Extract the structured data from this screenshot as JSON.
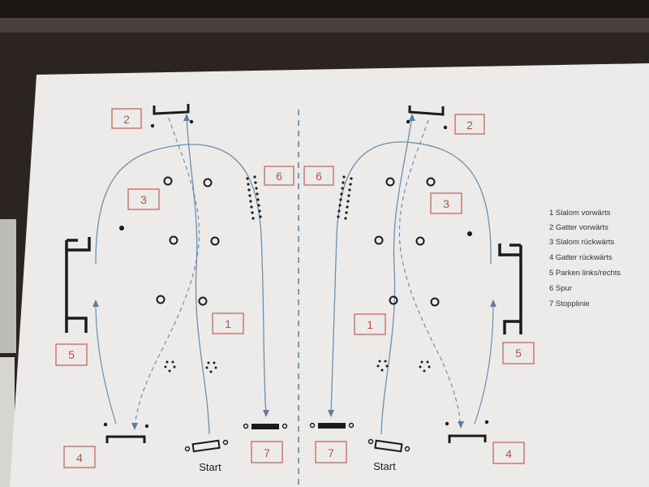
{
  "diagram": {
    "legend": [
      "1  Slalom vorwärts",
      "2  Gatter vorwärts",
      "3  Slalom rückwärts",
      "4  Gatter rückwärts",
      "5  Parken links/rechts",
      "6  Spur",
      "7  Stopplinie"
    ],
    "start_label": "Start",
    "station_numbers": [
      "1",
      "2",
      "3",
      "4",
      "5",
      "6",
      "7"
    ],
    "colors": {
      "paper": "#ecebea",
      "box_stroke": "#c9655d",
      "number_text": "#b8504a",
      "path_line": "#6a8fb0",
      "divider": "#4f8ab0",
      "ink": "#1b1b1b"
    }
  }
}
